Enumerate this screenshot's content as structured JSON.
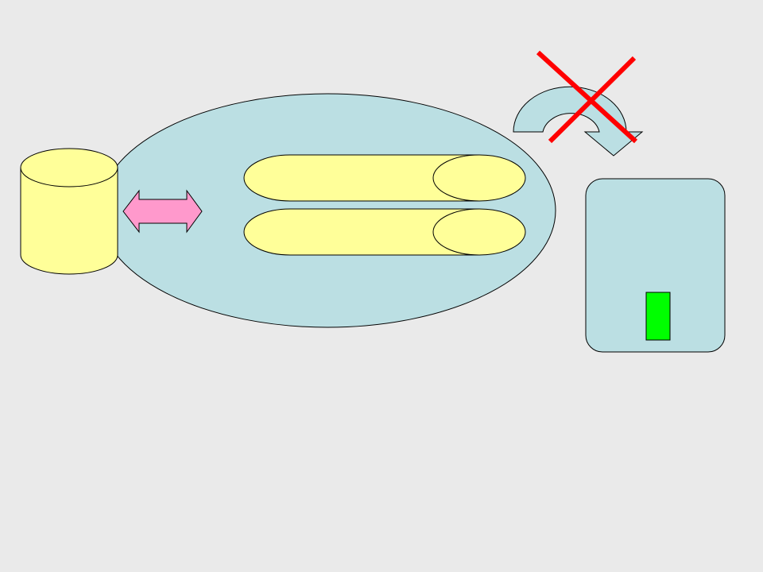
{
  "diagram": {
    "colors": {
      "background": "#eaeaea",
      "outline": "#000000",
      "database_fill": "#ffff99",
      "ellipse_fill": "#bbdfe3",
      "capsule_fill": "#ffff99",
      "connector_arrow_fill": "#ff99cc",
      "curved_arrow_fill": "#bbdfe3",
      "cross_mark": "#ff0000",
      "target_box_fill": "#bbdfe3",
      "indicator_fill": "#00ff00"
    },
    "shapes": [
      "database-cylinder-icon",
      "double-arrow-icon",
      "system-ellipse",
      "capsule-cylinder",
      "capsule-cylinder",
      "curved-arrow-icon",
      "cross-mark-icon",
      "target-box",
      "green-indicator"
    ]
  }
}
